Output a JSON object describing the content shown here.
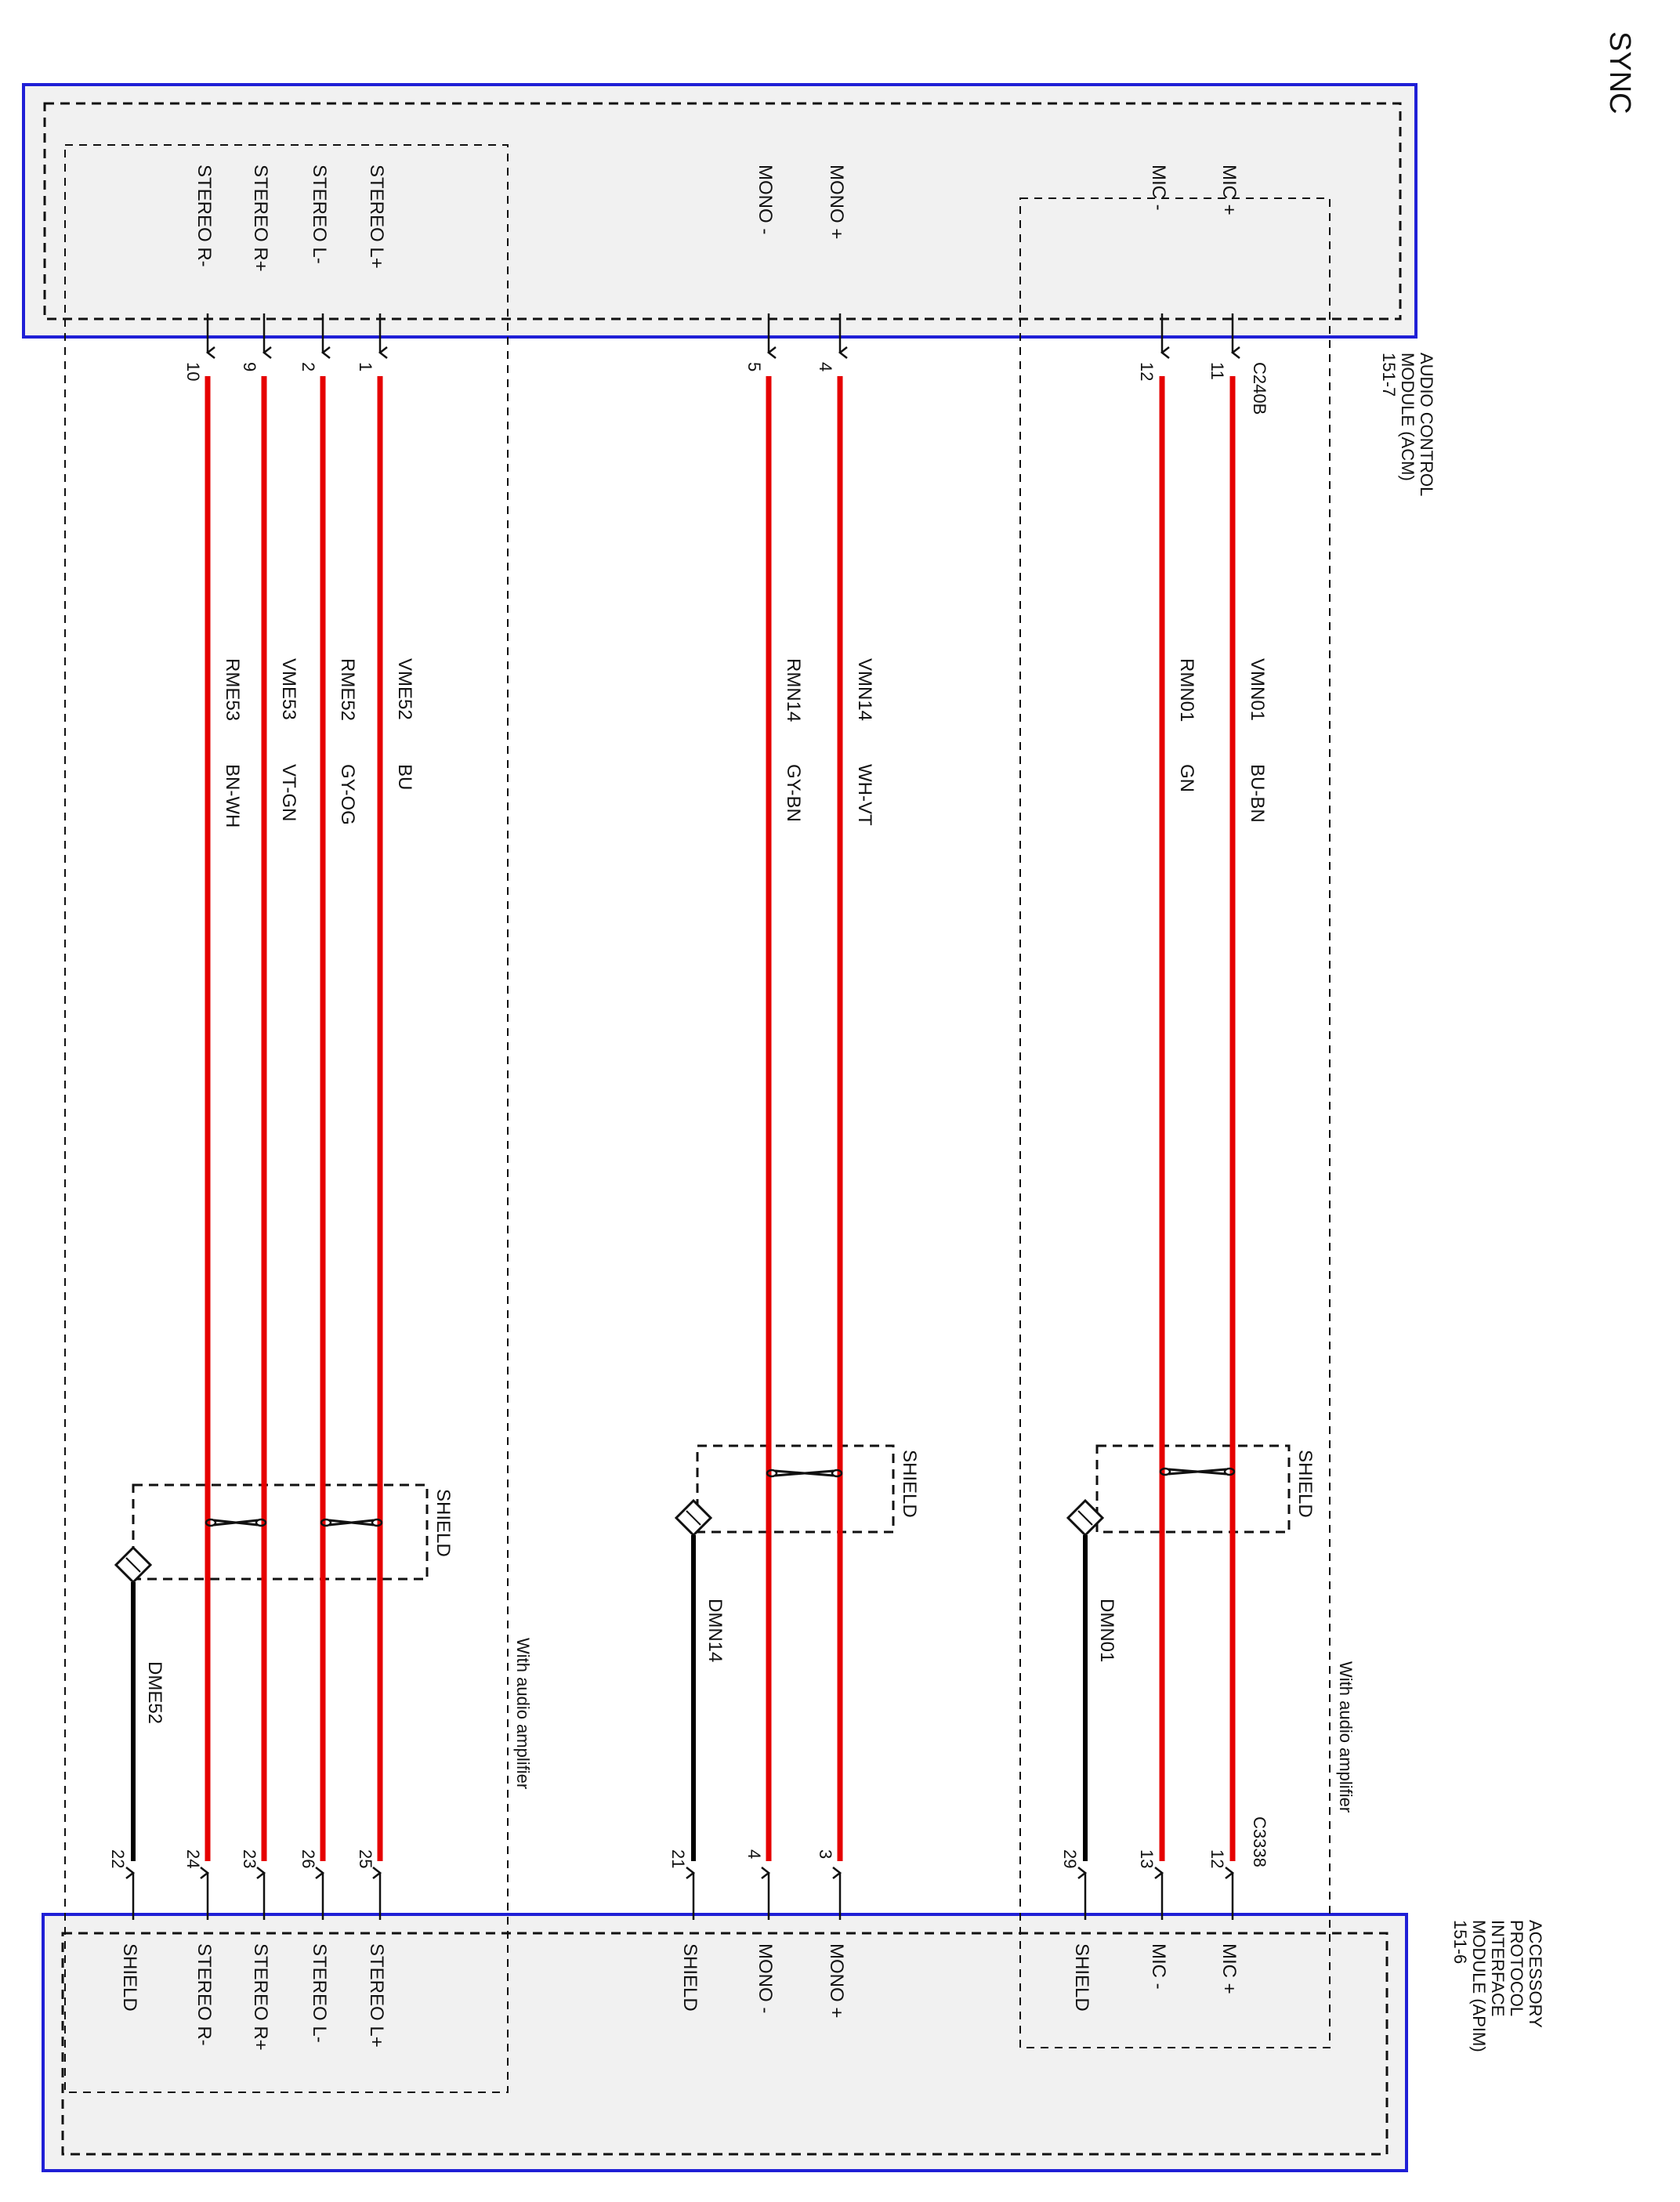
{
  "page_title": "SYNC",
  "colors": {
    "signal_wire": "#e60000",
    "drain_wire": "#000000",
    "module_border": "#1f1fd6",
    "module_fill": "#f1f1f1",
    "dashed": "#111111"
  },
  "modules": {
    "acm": {
      "name_lines": [
        "AUDIO CONTROL",
        "MODULE (ACM)",
        "151-7"
      ],
      "connector": "C240B"
    },
    "apim": {
      "name_lines": [
        "ACCESSORY",
        "PROTOCOL",
        "INTERFACE",
        "MODULE (APIM)",
        "151-6"
      ],
      "connector": "C3338"
    }
  },
  "option_label": "With audio amplifier",
  "shield_label": "SHIELD",
  "circuits": [
    {
      "id": "vmn01",
      "acm_pin_name": "MIC +",
      "acm_pin": "11",
      "circuit": "VMN01",
      "color_code": "BU-BN",
      "apim_pin": "12",
      "apim_pin_name": "MIC +"
    },
    {
      "id": "rmn01",
      "acm_pin_name": "MIC -",
      "acm_pin": "12",
      "circuit": "RMN01",
      "color_code": "GN",
      "apim_pin": "13",
      "apim_pin_name": "MIC -"
    },
    {
      "id": "vmn14",
      "acm_pin_name": "MONO +",
      "acm_pin": "4",
      "circuit": "VMN14",
      "color_code": "WH-VT",
      "apim_pin": "3",
      "apim_pin_name": "MONO +"
    },
    {
      "id": "rmn14",
      "acm_pin_name": "MONO -",
      "acm_pin": "5",
      "circuit": "RMN14",
      "color_code": "GY-BN",
      "apim_pin": "4",
      "apim_pin_name": "MONO -"
    },
    {
      "id": "vme52",
      "acm_pin_name": "STEREO L+",
      "acm_pin": "1",
      "circuit": "VME52",
      "color_code": "BU",
      "apim_pin": "25",
      "apim_pin_name": "STEREO L+"
    },
    {
      "id": "rme52",
      "acm_pin_name": "STEREO L-",
      "acm_pin": "2",
      "circuit": "RME52",
      "color_code": "GY-OG",
      "apim_pin": "26",
      "apim_pin_name": "STEREO L-"
    },
    {
      "id": "vme53",
      "acm_pin_name": "STEREO R+",
      "acm_pin": "9",
      "circuit": "VME53",
      "color_code": "VT-GN",
      "apim_pin": "23",
      "apim_pin_name": "STEREO R+"
    },
    {
      "id": "rme53",
      "acm_pin_name": "STEREO R-",
      "acm_pin": "10",
      "circuit": "RME53",
      "color_code": "BN-WH",
      "apim_pin": "24",
      "apim_pin_name": "STEREO R-"
    }
  ],
  "drains": [
    {
      "id": "dmn01",
      "circuit": "DMN01",
      "apim_pin": "29",
      "apim_pin_name": "SHIELD"
    },
    {
      "id": "dmn14",
      "circuit": "DMN14",
      "apim_pin": "21",
      "apim_pin_name": "SHIELD"
    },
    {
      "id": "dme52",
      "circuit": "DME52",
      "apim_pin": "22",
      "apim_pin_name": "SHIELD"
    }
  ]
}
